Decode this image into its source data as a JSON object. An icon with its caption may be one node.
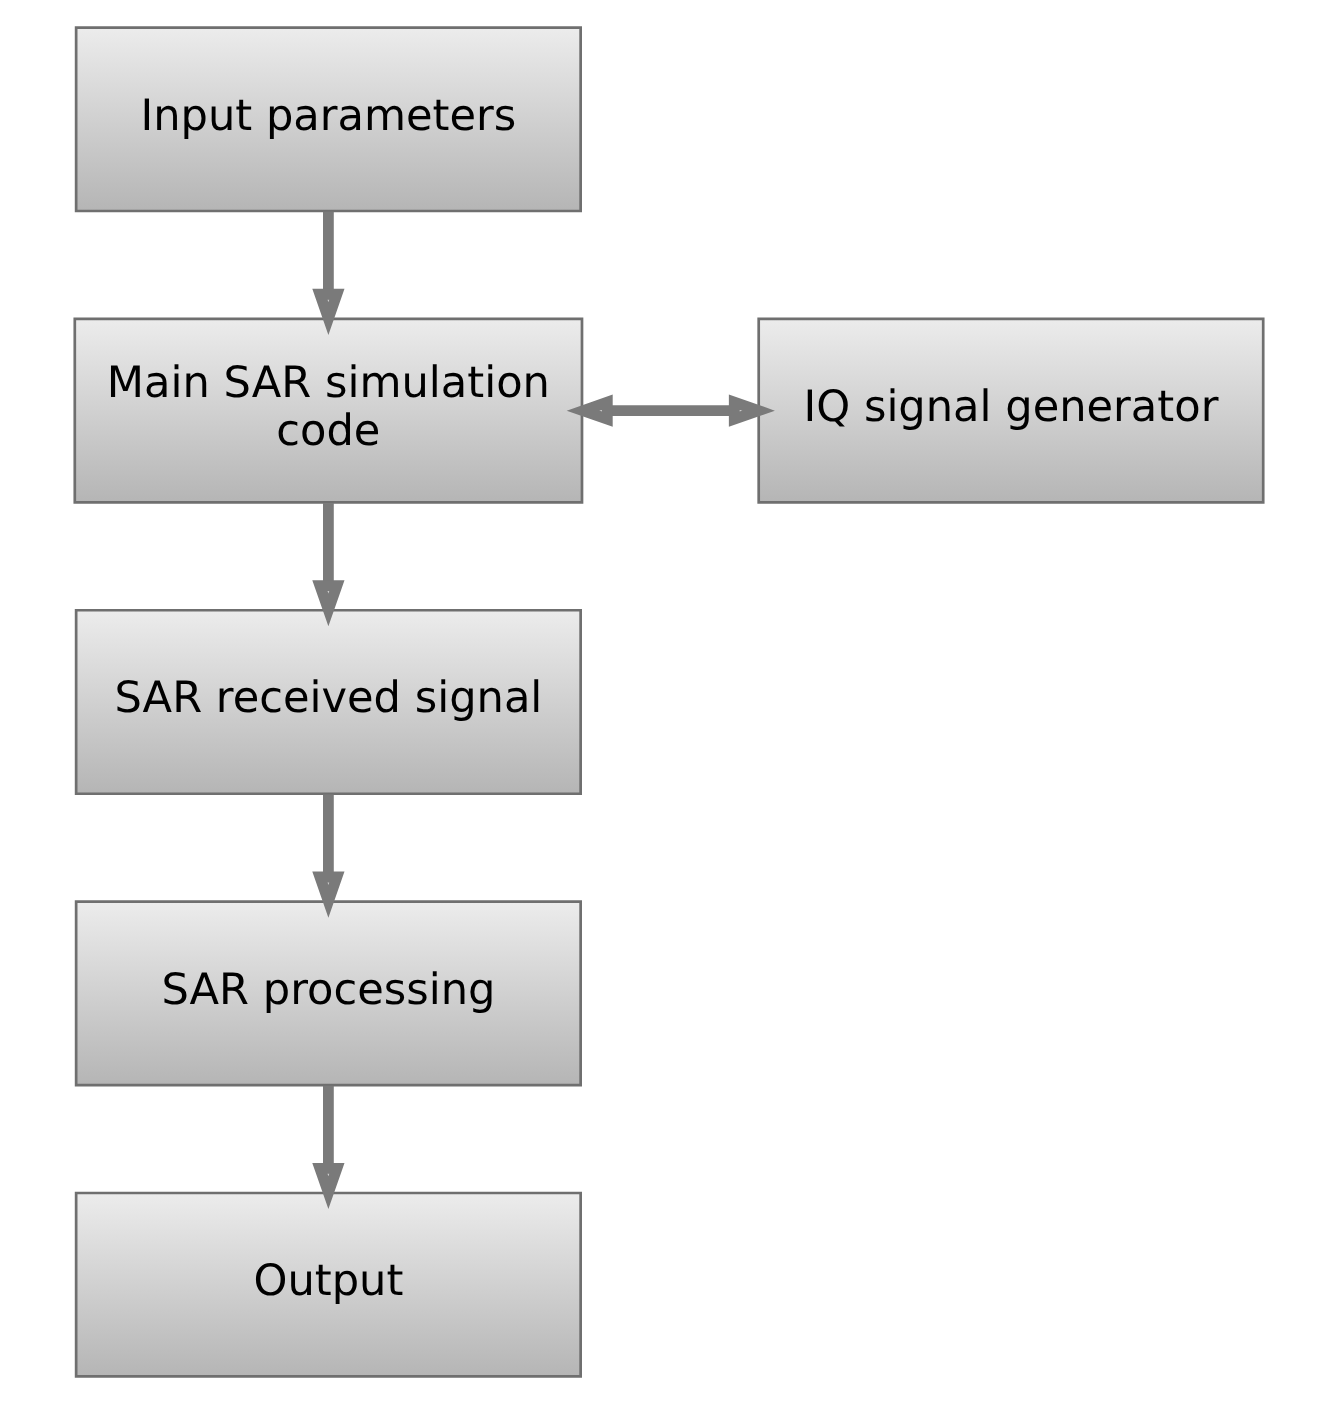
{
  "diagram": {
    "nodes": [
      {
        "text": [
          "Input parameters"
        ]
      },
      {
        "text": [
          "Main SAR simulation code"
        ]
      },
      {
        "text": [
          "IQ signal generator"
        ]
      },
      {
        "text": [
          "SAR received signal"
        ]
      },
      {
        "text": [
          "SAR processing"
        ]
      },
      {
        "text": [
          "Output"
        ]
      }
    ],
    "edges": [
      {
        "from": 0,
        "to": 1,
        "arrow": "to"
      },
      {
        "from": 1,
        "to": 2,
        "arrow": "both"
      },
      {
        "from": 1,
        "to": 3,
        "arrow": "to"
      },
      {
        "from": 3,
        "to": 4,
        "arrow": "to"
      },
      {
        "from": 4,
        "to": 5,
        "arrow": "to"
      }
    ]
  }
}
